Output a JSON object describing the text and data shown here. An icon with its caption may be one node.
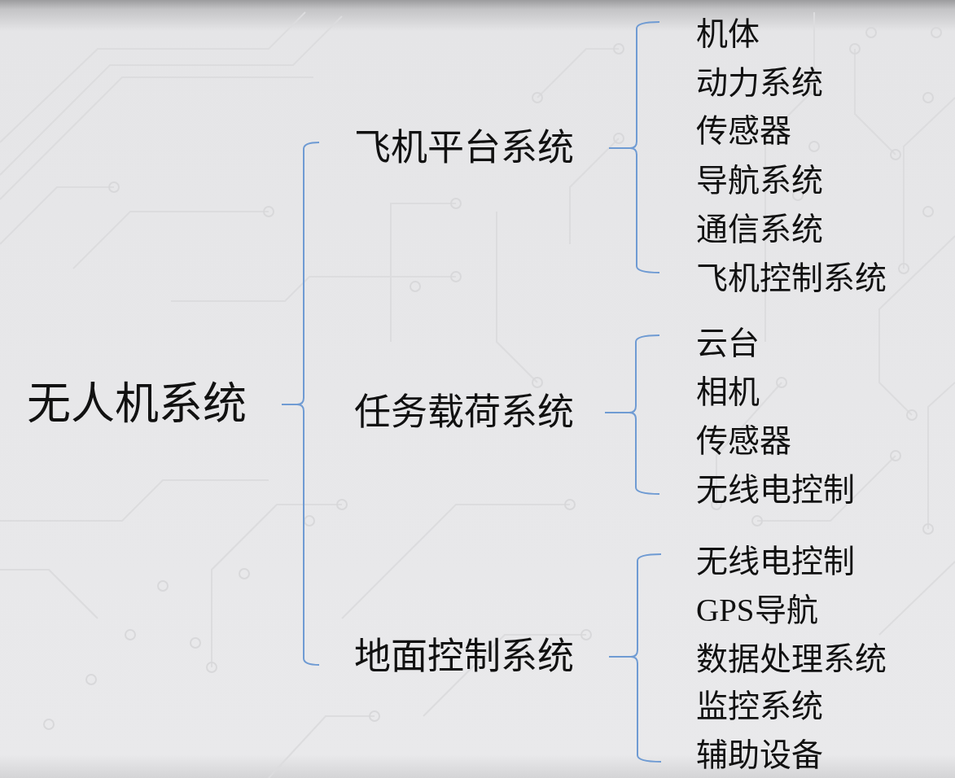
{
  "diagram": {
    "labels": [
      "无人机系统",
      "飞机平台系统",
      "机体",
      "动力系统",
      "传感器",
      "导航系统",
      "通信系统",
      "飞机控制系统",
      "任务载荷系统",
      "云台",
      "相机",
      "传感器",
      "无线电控制",
      "地面控制系统",
      "无线电控制",
      "GPS导航",
      "数据处理系统",
      "监控系统",
      "辅助设备"
    ]
  }
}
